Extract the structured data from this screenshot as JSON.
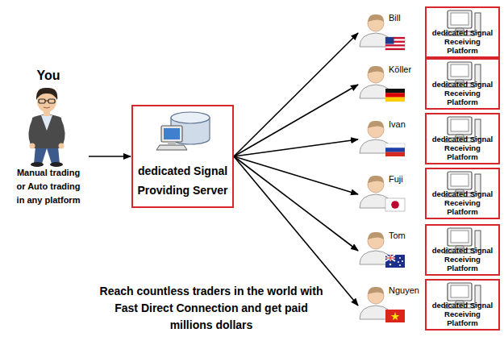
{
  "diagram": {
    "nodes": [
      {
        "text": [
          "You",
          "Manual trading or Auto trading in any platform"
        ]
      },
      {
        "text": [
          "dedicated Signal Providing Server"
        ]
      },
      {
        "text": [
          "Bill"
        ]
      },
      {
        "text": [
          "dedicated Signal Receiving Platform"
        ]
      },
      {
        "text": [
          "Köller"
        ]
      },
      {
        "text": [
          "dedicated Signal Receiving Platform"
        ]
      },
      {
        "text": [
          "Ivan"
        ]
      },
      {
        "text": [
          "dedicated Signal Receiving Platform"
        ]
      },
      {
        "text": [
          "Fuji"
        ]
      },
      {
        "text": [
          "dedicated Signal Receiving Platform"
        ]
      },
      {
        "text": [
          "Tom"
        ]
      },
      {
        "text": [
          "dedicated Signal Receiving Platform"
        ]
      },
      {
        "text": [
          "Nguyen"
        ]
      },
      {
        "text": [
          "dedicated Signal Receiving Platform"
        ]
      }
    ],
    "edges": [
      {
        "from": 0,
        "to": 1,
        "arrow": "to"
      },
      {
        "from": 1,
        "to": 2,
        "arrow": "to"
      },
      {
        "from": 1,
        "to": 4,
        "arrow": "to"
      },
      {
        "from": 1,
        "to": 6,
        "arrow": "to"
      },
      {
        "from": 1,
        "to": 8,
        "arrow": "to"
      },
      {
        "from": 1,
        "to": 10,
        "arrow": "to"
      },
      {
        "from": 1,
        "to": 12,
        "arrow": "to"
      }
    ],
    "labels": [
      "Reach countless traders in the world with Fast Direct Connection and get paid millions dollars"
    ]
  }
}
